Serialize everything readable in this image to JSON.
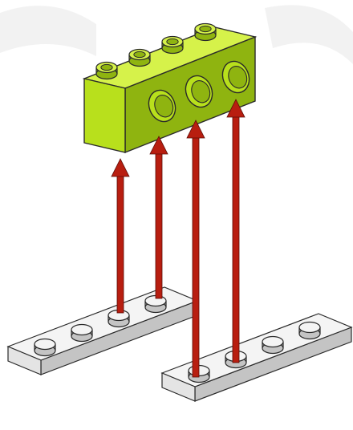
{
  "diagram": {
    "kind": "lego-assembly-step",
    "watermark": {
      "opacity": 0.05
    },
    "parts": [
      {
        "id": "technic-brick-1x4-with-holes",
        "color": "#b8e01c",
        "studs": 4,
        "holes": 3
      },
      {
        "id": "plate-1x4-left",
        "color": "#e4e4e4",
        "studs": 4
      },
      {
        "id": "plate-1x4-right",
        "color": "#e4e4e4",
        "studs": 4
      }
    ],
    "arrows": {
      "count": 4,
      "color": "#b81e10",
      "direction": "up"
    },
    "colors": {
      "brick_front": "#b8e01c",
      "brick_top": "#d6f24a",
      "brick_side": "#8fb410",
      "plate_front": "#e4e4e4",
      "plate_top": "#f4f4f4",
      "plate_side": "#c4c4c4",
      "outline": "#2a2a2a",
      "arrow": "#b81e10"
    }
  }
}
